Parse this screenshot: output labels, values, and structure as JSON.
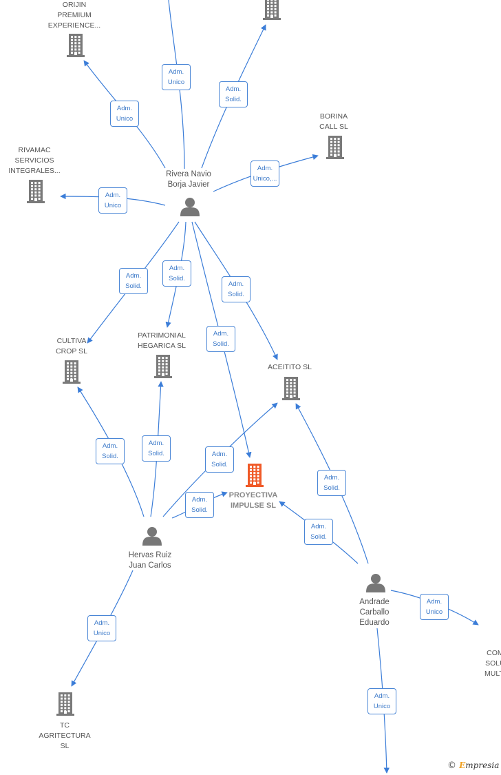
{
  "colors": {
    "edge": "#3b7dd8",
    "company": "#7a7a7a",
    "focus": "#f05a28",
    "person": "#777777"
  },
  "companies": [
    {
      "id": "orijin",
      "lines": [
        "ORIJIN",
        "PREMIUM",
        "EXPERIENCE..."
      ],
      "focus": false
    },
    {
      "id": "top-company",
      "lines": [],
      "focus": false
    },
    {
      "id": "borina",
      "lines": [
        "BORINA",
        "CALL  SL"
      ],
      "focus": false
    },
    {
      "id": "rivamac",
      "lines": [
        "RIVAMAC",
        "SERVICIOS",
        "INTEGRALES..."
      ],
      "focus": false
    },
    {
      "id": "cultiva",
      "lines": [
        "CULTIVA",
        "CROP  SL"
      ],
      "focus": false
    },
    {
      "id": "patrimonial",
      "lines": [
        "PATRIMONIAL",
        "HEGARICA  SL"
      ],
      "focus": false
    },
    {
      "id": "aceitito",
      "lines": [
        "ACEITITO  SL"
      ],
      "focus": false
    },
    {
      "id": "proyectiva",
      "lines": [
        "PROYECTIVA",
        "IMPULSE  SL"
      ],
      "focus": true
    },
    {
      "id": "tc",
      "lines": [
        "TC",
        "AGRITECTURA",
        "SL"
      ],
      "focus": false
    },
    {
      "id": "com",
      "lines": [
        "COM",
        "SOLU",
        "MULTI"
      ],
      "focus": false
    }
  ],
  "persons": [
    {
      "id": "rivera",
      "lines": [
        "Rivera Navio",
        "Borja Javier"
      ]
    },
    {
      "id": "hervas",
      "lines": [
        "Hervas Ruiz",
        "Juan Carlos"
      ]
    },
    {
      "id": "andrade",
      "lines": [
        "Andrade",
        "Carballo",
        "Eduardo"
      ]
    }
  ],
  "edge_labels": [
    {
      "id": "rivera-top-left",
      "lines": [
        "Adm.",
        "Unico"
      ]
    },
    {
      "id": "rivera-top-company",
      "lines": [
        "Adm.",
        "Solid."
      ]
    },
    {
      "id": "rivera-orijin",
      "lines": [
        "Adm.",
        "Unico"
      ]
    },
    {
      "id": "rivera-borina",
      "lines": [
        "Adm.",
        "Unico,..."
      ]
    },
    {
      "id": "rivera-rivamac",
      "lines": [
        "Adm.",
        "Unico"
      ]
    },
    {
      "id": "rivera-cultiva",
      "lines": [
        "Adm.",
        "Solid."
      ]
    },
    {
      "id": "rivera-patrimonial",
      "lines": [
        "Adm.",
        "Solid."
      ]
    },
    {
      "id": "rivera-aceitito",
      "lines": [
        "Adm.",
        "Solid."
      ]
    },
    {
      "id": "rivera-proyectiva",
      "lines": [
        "Adm.",
        "Solid."
      ]
    },
    {
      "id": "hervas-cultiva",
      "lines": [
        "Adm.",
        "Solid."
      ]
    },
    {
      "id": "hervas-patrimonial",
      "lines": [
        "Adm.",
        "Solid."
      ]
    },
    {
      "id": "hervas-aceitito",
      "lines": [
        "Adm.",
        "Solid."
      ]
    },
    {
      "id": "hervas-proyectiva",
      "lines": [
        "Adm.",
        "Solid."
      ]
    },
    {
      "id": "hervas-tc",
      "lines": [
        "Adm.",
        "Unico"
      ]
    },
    {
      "id": "andrade-aceitito",
      "lines": [
        "Adm.",
        "Solid."
      ]
    },
    {
      "id": "andrade-proyectiva",
      "lines": [
        "Adm.",
        "Solid."
      ]
    },
    {
      "id": "andrade-com",
      "lines": [
        "Adm.",
        "Unico"
      ]
    },
    {
      "id": "andrade-bottom",
      "lines": [
        "Adm.",
        "Unico"
      ]
    }
  ],
  "copyright": {
    "symbol": "©",
    "brand_initial": "E",
    "brand_rest": "mpresia"
  }
}
